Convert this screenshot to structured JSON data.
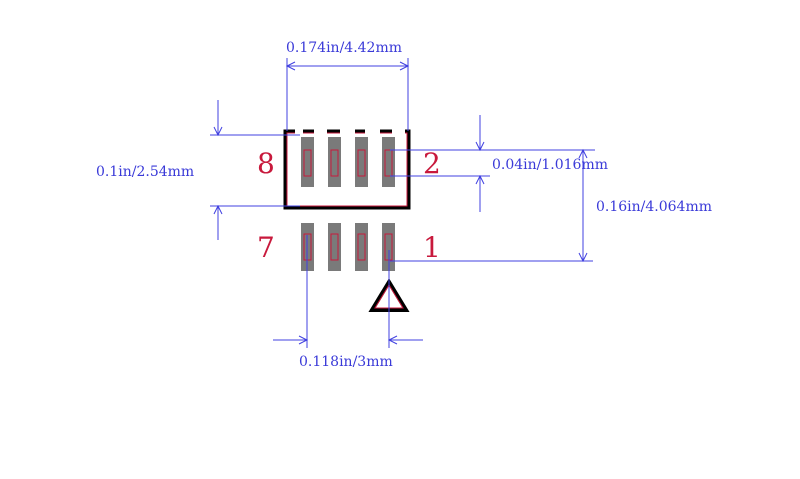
{
  "dimensions": {
    "body_width": "0.174in/4.42mm",
    "pitch_vertical": "0.1in/2.54mm",
    "pad_height": "0.04in/1.016mm",
    "overall_height": "0.16in/4.064mm",
    "pad_span": "0.118in/3mm"
  },
  "pin_labels": {
    "top_left": "8",
    "top_right": "2",
    "bottom_left": "7",
    "bottom_right": "1"
  },
  "colors": {
    "dimension": "#4040e0",
    "pin_label": "#c8193c",
    "outline": "#000000",
    "pad": "#7a7a7a",
    "pad_outline": "#c8193c"
  }
}
